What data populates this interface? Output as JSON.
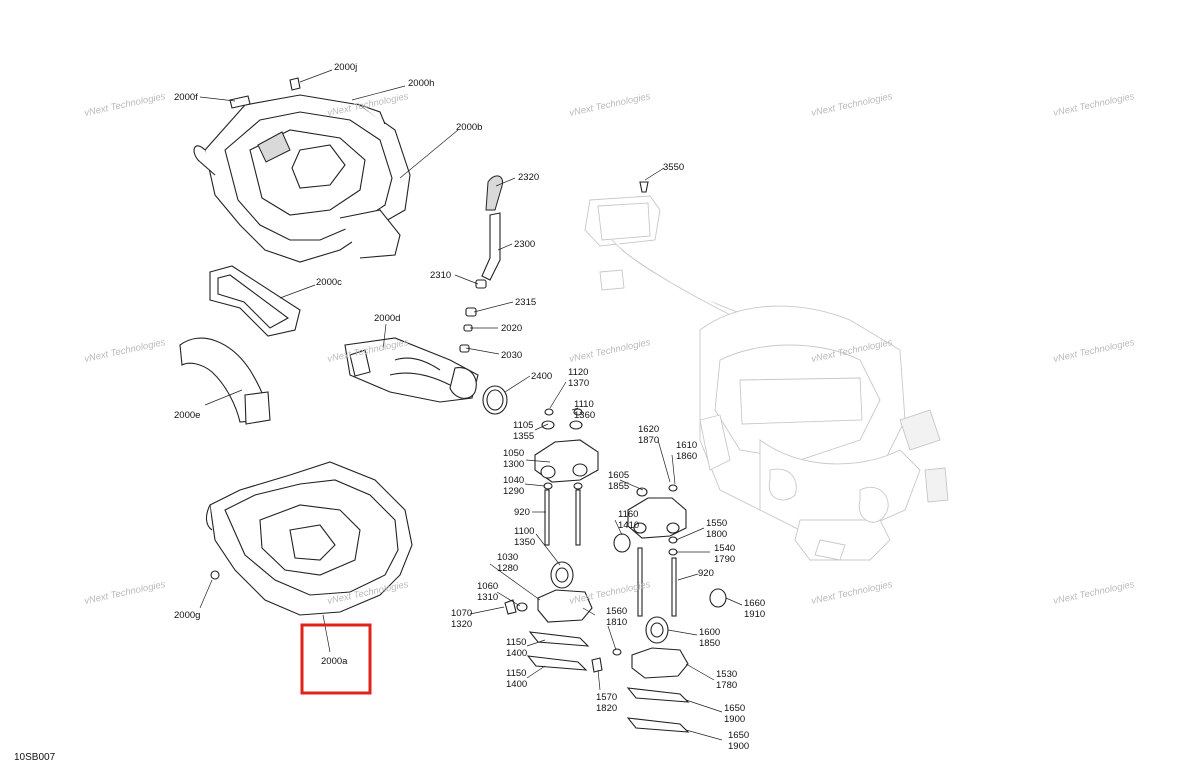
{
  "figure_code": "10SB007",
  "watermark_text": "vNext Technologies",
  "highlight": {
    "label": "2000a",
    "color": "#e0231a"
  },
  "callouts": [
    {
      "id": "2000j",
      "lines": [
        "2000j"
      ]
    },
    {
      "id": "2000h",
      "lines": [
        "2000h"
      ]
    },
    {
      "id": "2000f",
      "lines": [
        "2000f"
      ]
    },
    {
      "id": "2000b",
      "lines": [
        "2000b"
      ]
    },
    {
      "id": "2000c",
      "lines": [
        "2000c"
      ]
    },
    {
      "id": "2000d",
      "lines": [
        "2000d"
      ]
    },
    {
      "id": "2000e",
      "lines": [
        "2000e"
      ]
    },
    {
      "id": "2000g",
      "lines": [
        "2000g"
      ]
    },
    {
      "id": "2000a",
      "lines": [
        "2000a"
      ]
    },
    {
      "id": "2320",
      "lines": [
        "2320"
      ]
    },
    {
      "id": "2300",
      "lines": [
        "2300"
      ]
    },
    {
      "id": "2310",
      "lines": [
        "2310"
      ]
    },
    {
      "id": "2315",
      "lines": [
        "2315"
      ]
    },
    {
      "id": "2020",
      "lines": [
        "2020"
      ]
    },
    {
      "id": "2030",
      "lines": [
        "2030"
      ]
    },
    {
      "id": "2400",
      "lines": [
        "2400"
      ]
    },
    {
      "id": "3550",
      "lines": [
        "3550"
      ]
    },
    {
      "id": "1120",
      "lines": [
        "1120",
        "1370"
      ]
    },
    {
      "id": "1110",
      "lines": [
        "1110",
        "1360"
      ]
    },
    {
      "id": "1105",
      "lines": [
        "1105",
        "1355"
      ]
    },
    {
      "id": "1050",
      "lines": [
        "1050",
        "1300"
      ]
    },
    {
      "id": "1040",
      "lines": [
        "1040",
        "1290"
      ]
    },
    {
      "id": "920a",
      "lines": [
        "920"
      ]
    },
    {
      "id": "1100",
      "lines": [
        "1100",
        "1350"
      ]
    },
    {
      "id": "1160",
      "lines": [
        "1160",
        "1410"
      ]
    },
    {
      "id": "1030",
      "lines": [
        "1030",
        "1280"
      ]
    },
    {
      "id": "1060",
      "lines": [
        "1060",
        "1310"
      ]
    },
    {
      "id": "1070",
      "lines": [
        "1070",
        "1320"
      ]
    },
    {
      "id": "1560",
      "lines": [
        "1560",
        "1810"
      ]
    },
    {
      "id": "1150a",
      "lines": [
        "1150",
        "1400"
      ]
    },
    {
      "id": "1150b",
      "lines": [
        "1150",
        "1400"
      ]
    },
    {
      "id": "1570",
      "lines": [
        "1570",
        "1820"
      ]
    },
    {
      "id": "1620",
      "lines": [
        "1620",
        "1870"
      ]
    },
    {
      "id": "1610",
      "lines": [
        "1610",
        "1860"
      ]
    },
    {
      "id": "1605",
      "lines": [
        "1605",
        "1855"
      ]
    },
    {
      "id": "1550",
      "lines": [
        "1550",
        "1800"
      ]
    },
    {
      "id": "1540",
      "lines": [
        "1540",
        "1790"
      ]
    },
    {
      "id": "920b",
      "lines": [
        "920"
      ]
    },
    {
      "id": "1660",
      "lines": [
        "1660",
        "1910"
      ]
    },
    {
      "id": "1600",
      "lines": [
        "1600",
        "1850"
      ]
    },
    {
      "id": "1530",
      "lines": [
        "1530",
        "1780"
      ]
    },
    {
      "id": "1650a",
      "lines": [
        "1650",
        "1900"
      ]
    },
    {
      "id": "1650b",
      "lines": [
        "1650",
        "1900"
      ]
    }
  ]
}
